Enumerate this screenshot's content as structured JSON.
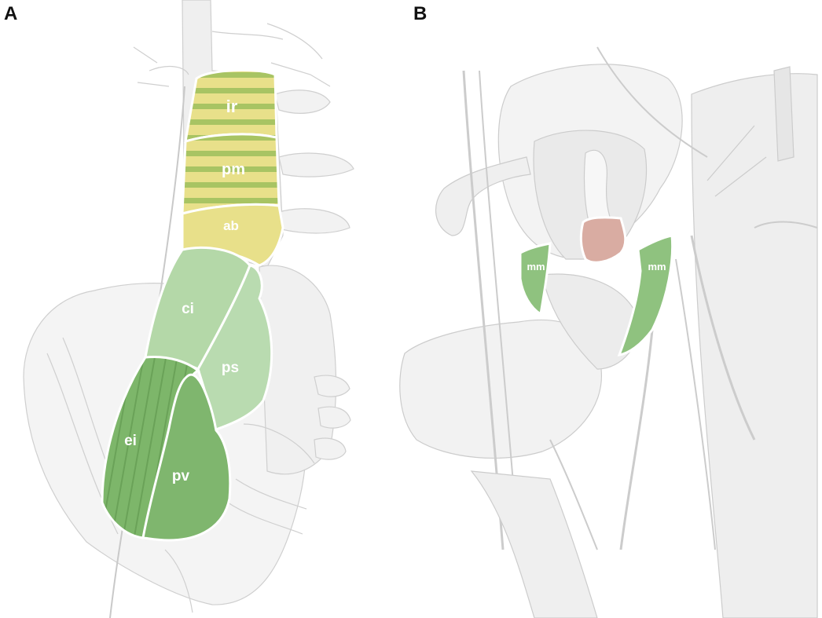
{
  "panels": [
    {
      "letter": "A"
    },
    {
      "letter": "B"
    }
  ],
  "panel_a": {
    "segments": [
      {
        "label": "ir"
      },
      {
        "label": "pm"
      },
      {
        "label": "ab"
      },
      {
        "label": "ci"
      },
      {
        "label": "ps"
      },
      {
        "label": "ei"
      },
      {
        "label": "pv"
      }
    ]
  },
  "panel_b": {
    "segments": [
      {
        "label": "mm"
      },
      {
        "label": "mm"
      }
    ]
  },
  "colors": {
    "yellow_segment": "#e8e08a",
    "yellow_stripe": "#9fbf5a",
    "light_green_segment": "#a9d1a0",
    "dark_green_segment": "#7db66a",
    "pink_region": "#d9aaa0",
    "outline": "#ffffff",
    "drawing_gray": "#d4d4d4"
  }
}
